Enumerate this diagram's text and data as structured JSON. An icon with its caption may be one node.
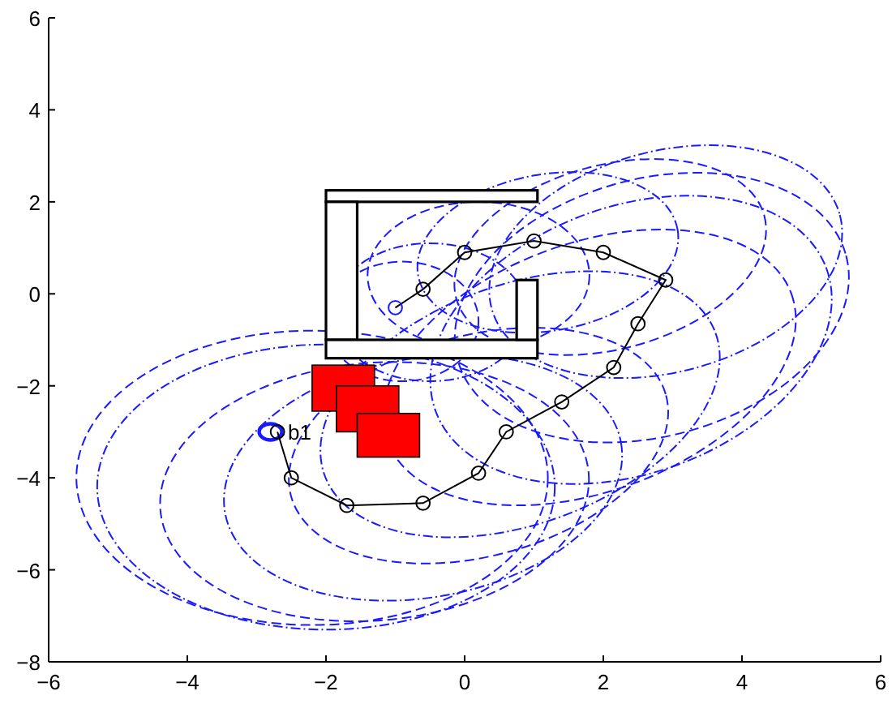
{
  "diagram": {
    "labels": [
      "b1"
    ],
    "chart_data": {
      "type": "line",
      "x": [
        -1.0,
        -0.6,
        0.0,
        1.0,
        2.0,
        2.9,
        2.5,
        2.15,
        1.4,
        0.6,
        0.2,
        -0.6,
        -1.7,
        -2.5,
        -2.7
      ],
      "series": [
        {
          "color": "#000000",
          "marker": "circle",
          "values": [
            -0.3,
            0.1,
            0.9,
            1.15,
            0.9,
            0.3,
            -0.65,
            -1.6,
            -2.35,
            -3.0,
            -3.9,
            -4.55,
            -4.6,
            -4.0,
            -3.0
          ]
        }
      ],
      "xlim": [
        -6,
        6
      ],
      "ylim": [
        -8,
        6
      ],
      "xticks": [
        -6,
        -4,
        -2,
        0,
        2,
        4,
        6
      ],
      "yticks": [
        -8,
        -6,
        -4,
        -2,
        0,
        2,
        4,
        6
      ]
    }
  }
}
